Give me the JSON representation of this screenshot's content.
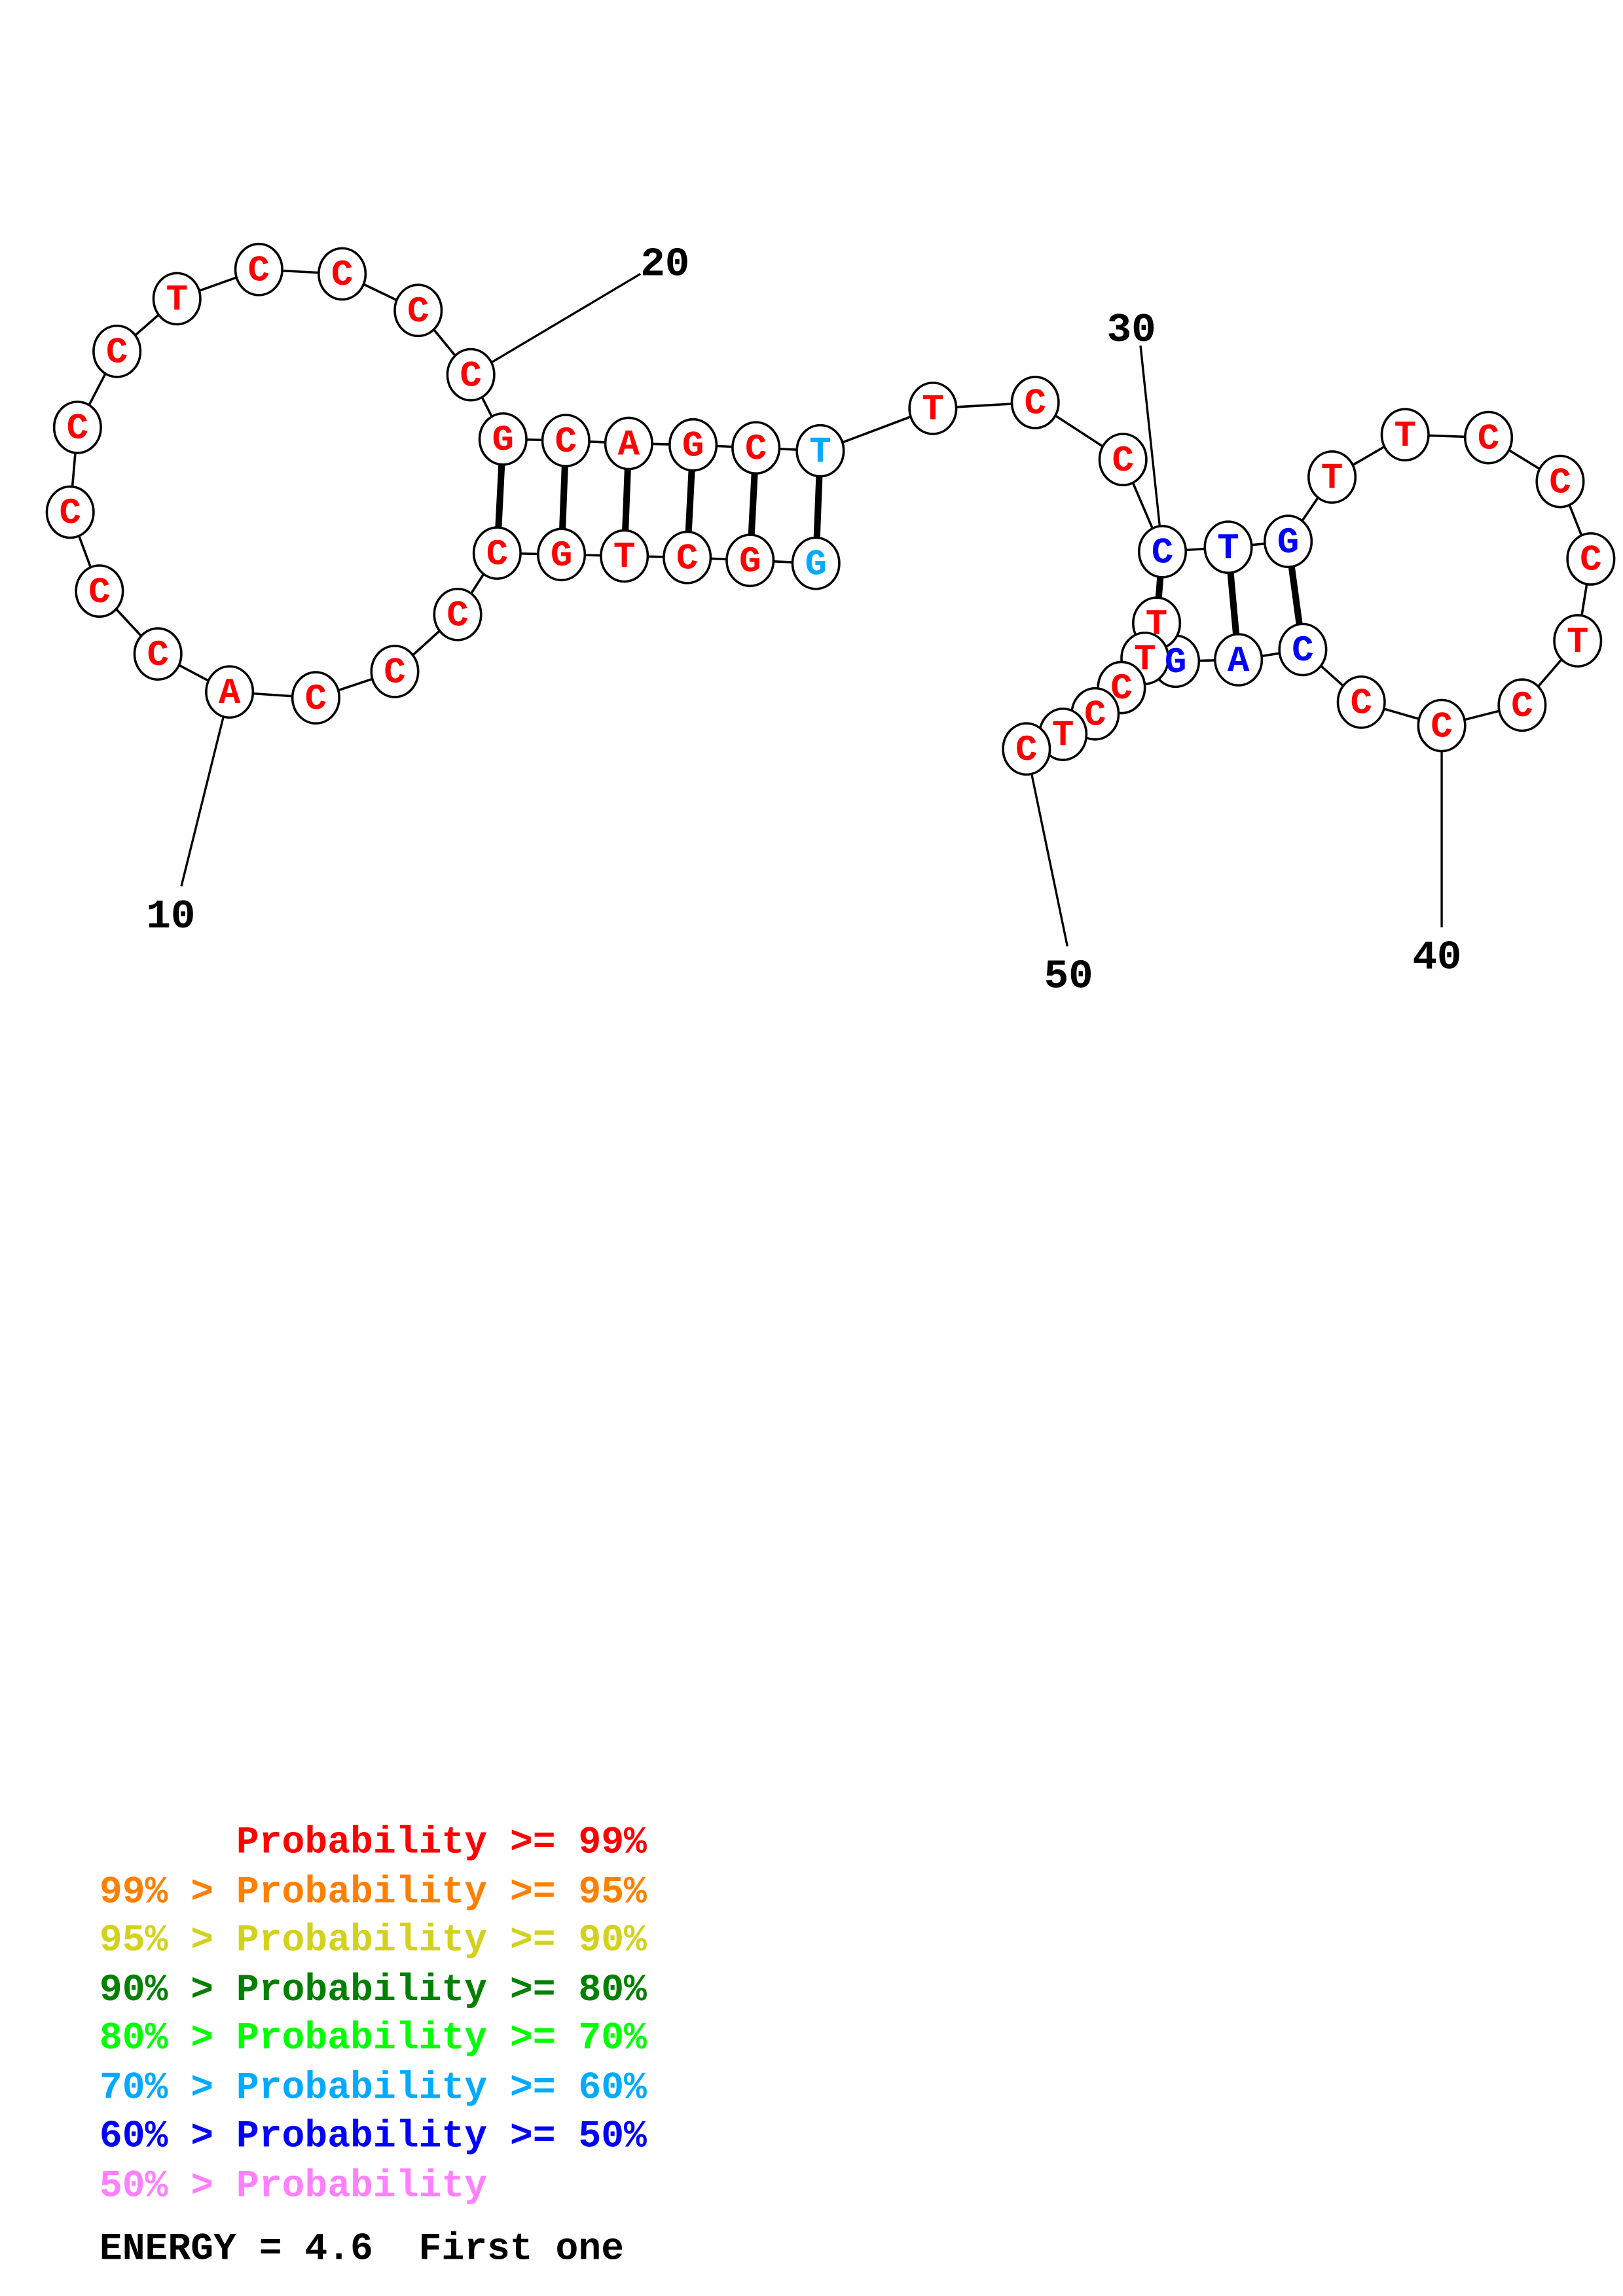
{
  "structure": {
    "sequence": [
      "G",
      "G",
      "C",
      "T",
      "G",
      "C",
      "C",
      "C",
      "C",
      "A",
      "C",
      "C",
      "C",
      "C",
      "C",
      "T",
      "C",
      "C",
      "C",
      "C",
      "G",
      "C",
      "A",
      "G",
      "C",
      "T",
      "T",
      "C",
      "C",
      "C",
      "T",
      "G",
      "T",
      "T",
      "C",
      "C",
      "C",
      "T",
      "C",
      "C",
      "C",
      "C",
      "A",
      "G",
      "T",
      "T",
      "C",
      "C",
      "T",
      "C"
    ],
    "probability_class": [
      5,
      0,
      0,
      0,
      0,
      0,
      0,
      0,
      0,
      0,
      0,
      0,
      0,
      0,
      0,
      0,
      0,
      0,
      0,
      0,
      0,
      0,
      0,
      0,
      0,
      5,
      0,
      0,
      0,
      6,
      6,
      6,
      0,
      0,
      0,
      0,
      0,
      0,
      0,
      0,
      0,
      6,
      6,
      6,
      0,
      0,
      0,
      0,
      0,
      0
    ],
    "pairs": [
      [
        1,
        26
      ],
      [
        2,
        25
      ],
      [
        3,
        24
      ],
      [
        4,
        23
      ],
      [
        5,
        22
      ],
      [
        6,
        21
      ],
      [
        30,
        45
      ],
      [
        31,
        43
      ],
      [
        32,
        42
      ]
    ],
    "position_labels": [
      "10",
      "20",
      "30",
      "40",
      "50"
    ]
  },
  "legend": {
    "colors": [
      "#ff0000",
      "#ff8000",
      "#d2d21e",
      "#008000",
      "#00ff00",
      "#00aaff",
      "#0000ff",
      "#ff80ff"
    ],
    "lines": [
      "      Probability >= 99%",
      "99% > Probability >= 95%",
      "95% > Probability >= 90%",
      "90% > Probability >= 80%",
      "80% > Probability >= 70%",
      "70% > Probability >= 60%",
      "60% > Probability >= 50%",
      "50% > Probability"
    ],
    "energy": "ENERGY = 4.6  First one"
  }
}
